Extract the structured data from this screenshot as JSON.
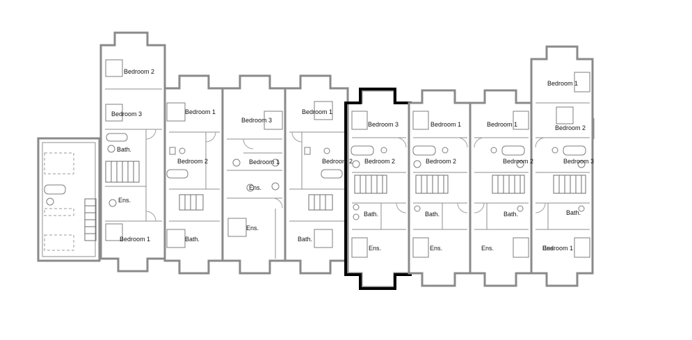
{
  "plan": {
    "highlight_color": "#000000",
    "wall_color": "#8a8a8a",
    "labels": [
      {
        "id": "u1-bedroom1",
        "text": "Bedroom 1"
      },
      {
        "id": "u2-bedroom2",
        "text": "Bedroom 2"
      },
      {
        "id": "u2-bedroom3",
        "text": "Bedroom 3"
      },
      {
        "id": "u2-bath",
        "text": "Bath."
      },
      {
        "id": "u2-ens",
        "text": "Ens."
      },
      {
        "id": "u2-bedroom1",
        "text": "Bedroom 1"
      },
      {
        "id": "u3-bedroom2",
        "text": "Bedroom 2"
      },
      {
        "id": "u3-bath",
        "text": "Bath."
      },
      {
        "id": "u3-bedroom3",
        "text": "Bedroom 3"
      },
      {
        "id": "u4-bedroom1",
        "text": "Bedroom 1"
      },
      {
        "id": "u4-ens-top",
        "text": "Ens."
      },
      {
        "id": "u4-ens-bottom",
        "text": "Ens."
      },
      {
        "id": "u4-bedroom1b",
        "text": "Bedroom 1"
      },
      {
        "id": "u5-bedroom2",
        "text": "Bedroom 2"
      },
      {
        "id": "u5-bath",
        "text": "Bath."
      },
      {
        "id": "u5-bedroom3",
        "text": "Bedroom 3"
      },
      {
        "id": "u6-bedroom2",
        "text": "Bedroom 2"
      },
      {
        "id": "u6-bath",
        "text": "Bath."
      },
      {
        "id": "u6-ens",
        "text": "Ens."
      },
      {
        "id": "u6-bedroom1",
        "text": "Bedroom 1"
      },
      {
        "id": "u7-bedroom2",
        "text": "Bedroom 2"
      },
      {
        "id": "u7-bath",
        "text": "Bath."
      },
      {
        "id": "u7-ens",
        "text": "Ens."
      },
      {
        "id": "u7-bedroom1",
        "text": "Bedroom 1"
      },
      {
        "id": "u8-bedroom2",
        "text": "Bedroom 2"
      },
      {
        "id": "u8-bath",
        "text": "Bath."
      },
      {
        "id": "u8-ens",
        "text": "Ens."
      },
      {
        "id": "u8-bedroom1",
        "text": "Bedroom 1"
      },
      {
        "id": "u9-bedroom2",
        "text": "Bedroom 2"
      },
      {
        "id": "u9-bedroom3",
        "text": "Bedroom 3"
      },
      {
        "id": "u9-bath",
        "text": "Bath."
      },
      {
        "id": "u9-ens",
        "text": "Ens."
      },
      {
        "id": "u9-bedroom1",
        "text": "Bedroom 1"
      }
    ]
  }
}
